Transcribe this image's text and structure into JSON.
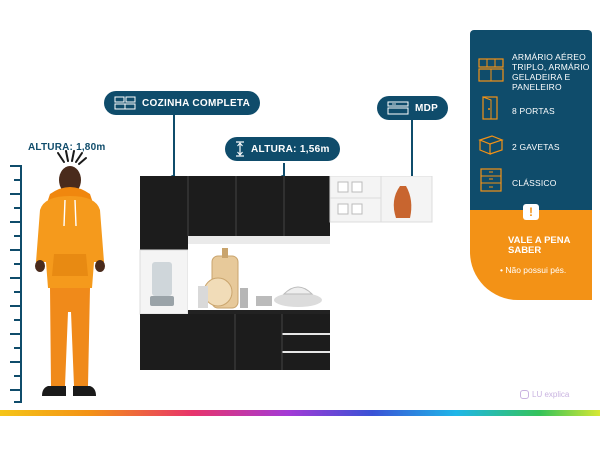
{
  "person": {
    "height_label": "ALTURA: 1,80m"
  },
  "callouts": {
    "kitchen": "COZINHA COMPLETA",
    "height": "ALTURA: 1,56m",
    "material": "MDP"
  },
  "features": [
    {
      "icon": "wardrobe-icon",
      "text": "ARMÁRIO AÉREO TRIPLO, ARMÁRIO GELADEIRA E PANELEIRO"
    },
    {
      "icon": "door-icon",
      "text": "8 PORTAS"
    },
    {
      "icon": "drawer-icon",
      "text": "2 GAVETAS"
    },
    {
      "icon": "cabinet-icon",
      "text": "CLÁSSICO"
    }
  ],
  "notice": {
    "title": "VALE A PENA SABER",
    "text": "• Não possui pés."
  },
  "brand": {
    "name": "LU explica"
  },
  "colors": {
    "navy": "#0f4c6b",
    "orange": "#f39216",
    "cabinet": "#1c1c1c",
    "frame": "#f4f4f4"
  }
}
